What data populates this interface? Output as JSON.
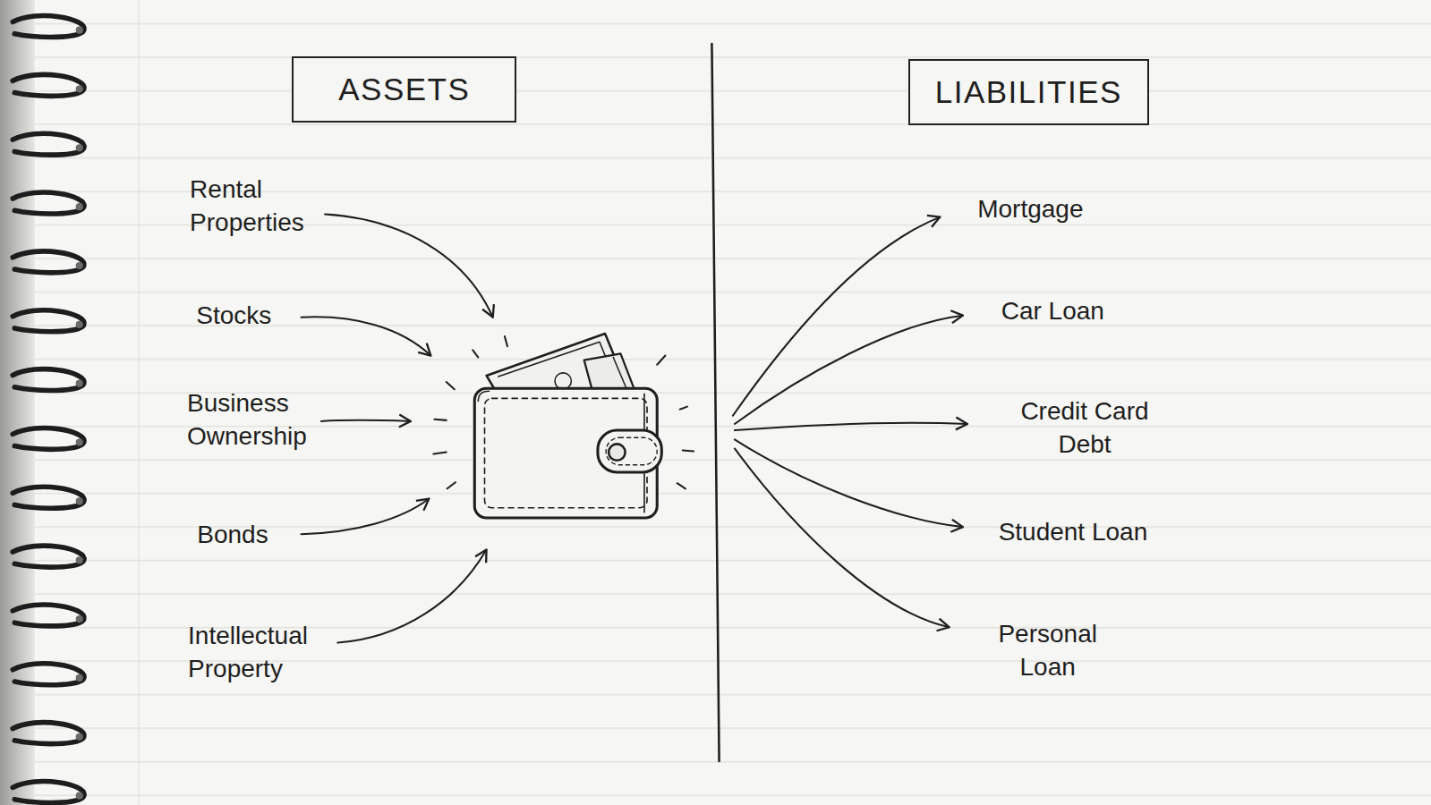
{
  "diagram": {
    "nodes": [
      {
        "text": [
          "ASSETS"
        ]
      },
      {
        "text": [
          "LIABILITIES"
        ]
      }
    ],
    "labels": [
      "Rental Properties",
      "Stocks",
      "Business Ownership",
      "Bonds",
      "Intellectual Property",
      "Mortgage",
      "Car Loan",
      "Credit Card Debt",
      "Student Loan",
      "Personal Loan"
    ]
  }
}
